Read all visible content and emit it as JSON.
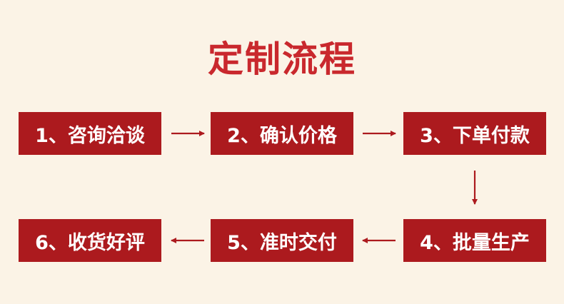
{
  "title": "定制流程",
  "colors": {
    "background": "#fbf3e6",
    "title": "#c9282d",
    "box": "#ac1a1e",
    "box_text": "#ffffff",
    "arrow": "#ac1a1e"
  },
  "steps": [
    {
      "label": "1、咨询洽谈"
    },
    {
      "label": "2、确认价格"
    },
    {
      "label": "3、下单付款"
    },
    {
      "label": "4、批量生产"
    },
    {
      "label": "5、准时交付"
    },
    {
      "label": "6、收货好评"
    }
  ]
}
